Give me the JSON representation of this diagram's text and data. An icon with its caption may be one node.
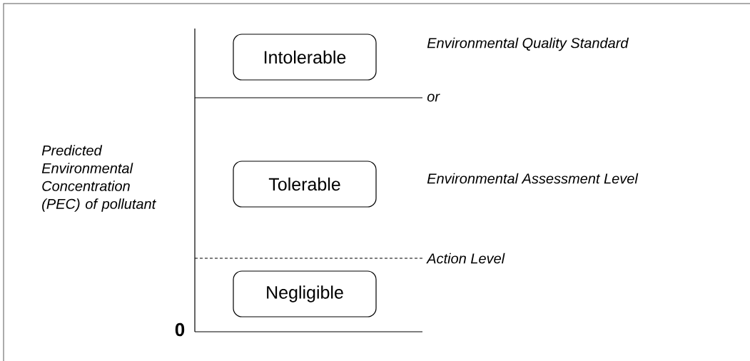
{
  "diagram": {
    "nodes": [
      {
        "text": [
          "Intolerable"
        ]
      },
      {
        "text": [
          "Tolerable"
        ]
      },
      {
        "text": [
          "Negligible"
        ]
      }
    ],
    "labels": [
      "Environmental Quality Standard",
      "or",
      "Predicted Environmental Concentration (PEC) of pollutant",
      "Environmental Assessment Level",
      "Action Level",
      "0"
    ]
  }
}
